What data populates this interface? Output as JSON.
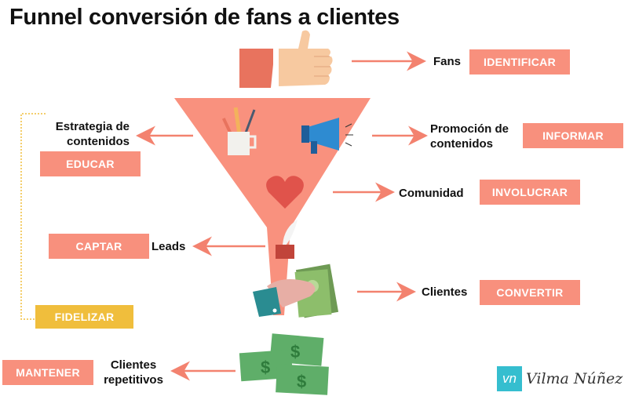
{
  "title": "Funnel conversión de fans a clientes",
  "stages": [
    {
      "label": "Fans",
      "action": "IDENTIFICAR"
    },
    {
      "label": "Promoción de contenidos",
      "action": "INFORMAR"
    },
    {
      "label": "Estrategia de contenidos",
      "action": "EDUCAR"
    },
    {
      "label": "Comunidad",
      "action": "INVOLUCRAR"
    },
    {
      "label": "Leads",
      "action": "CAPTAR"
    },
    {
      "label": "Clientes",
      "action": "CONVERTIR"
    },
    {
      "label": "Clientes repetitivos",
      "action": "MANTENER"
    }
  ],
  "loop_label": "FIDELIZAR",
  "brand": {
    "monogram": "vn",
    "name": "Vilma Núñez"
  },
  "colors": {
    "salmon": "#F8907D",
    "yellow": "#F0BE3C",
    "teal": "#35BECF",
    "arrow": "#F3826F"
  }
}
